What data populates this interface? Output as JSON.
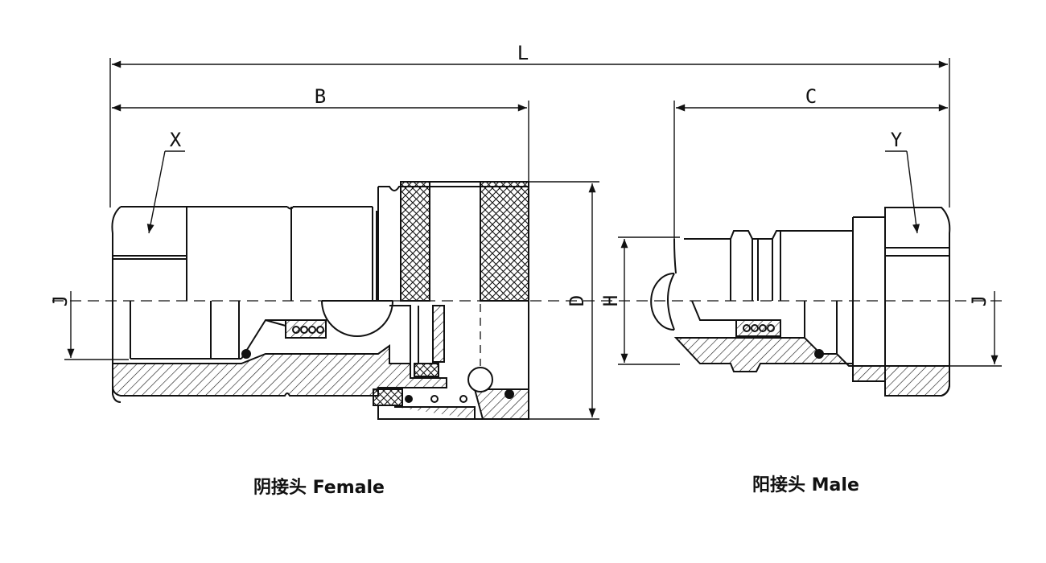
{
  "labels": {
    "L": "L",
    "B": "B",
    "C": "C",
    "X": "X",
    "Y": "Y",
    "D": "D",
    "H": "H",
    "J_left": "J",
    "J_right": "J"
  },
  "captions": {
    "female": "阴接头 Female",
    "male": "阳接头 Male"
  },
  "colors": {
    "line": "#111111",
    "background": "#ffffff"
  }
}
